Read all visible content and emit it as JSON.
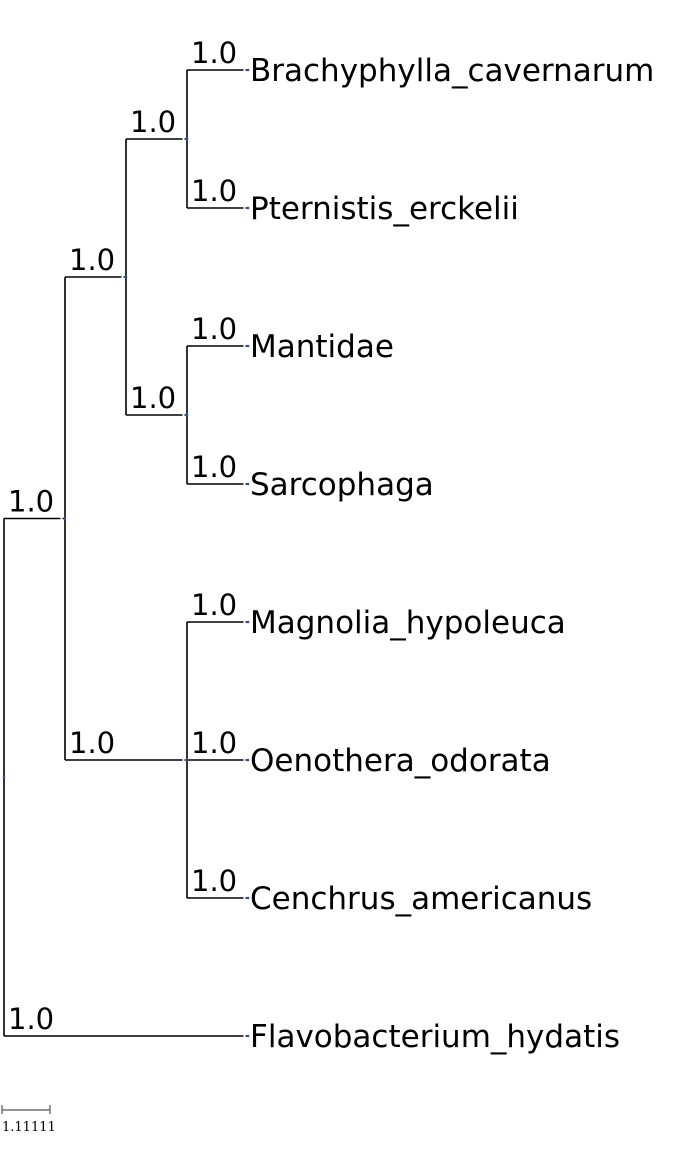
{
  "tree": {
    "name": "",
    "support": "",
    "children": [
      {
        "name": "",
        "support": "1.0",
        "children": [
          {
            "name": "",
            "support": "1.0",
            "children": [
              {
                "name": "",
                "support": "1.0",
                "children": [
                  {
                    "name": "Brachyphylla_cavernarum",
                    "support": "1.0"
                  },
                  {
                    "name": "Pternistis_erckelii",
                    "support": "1.0"
                  }
                ]
              },
              {
                "name": "",
                "support": "1.0",
                "children": [
                  {
                    "name": "Mantidae",
                    "support": "1.0"
                  },
                  {
                    "name": "Sarcophaga",
                    "support": "1.0"
                  }
                ]
              }
            ]
          },
          {
            "name": "",
            "support": "1.0",
            "children": [
              {
                "name": "Magnolia_hypoleuca",
                "support": "1.0"
              },
              {
                "name": "Oenothera_odorata",
                "support": "1.0"
              },
              {
                "name": "Cenchrus_americanus",
                "support": "1.0"
              }
            ]
          }
        ]
      },
      {
        "name": "Flavobacterium_hydatis",
        "support": "1.0"
      }
    ]
  },
  "scale_bar": {
    "label": "1.11111"
  },
  "colors": {
    "branch": "#000000",
    "node_dot": "#2a4dbe"
  }
}
